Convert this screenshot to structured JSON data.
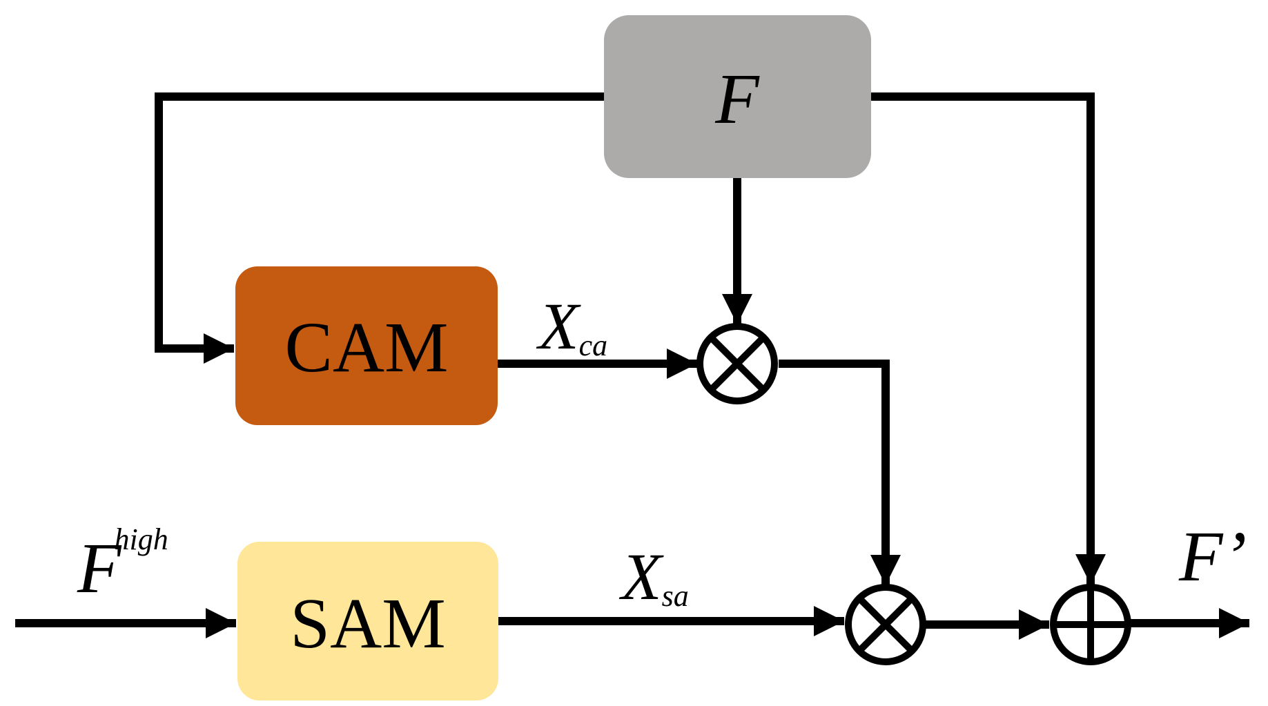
{
  "blocks": {
    "f": {
      "label": "F",
      "color": "#ADABAA"
    },
    "cam": {
      "label": "CAM",
      "color": "#C55A11"
    },
    "sam": {
      "label": "SAM",
      "color": "#FFE699"
    }
  },
  "signals": {
    "input": {
      "base": "F",
      "sup": "high"
    },
    "x_ca": {
      "base": "X",
      "sub": "ca"
    },
    "x_sa": {
      "base": "X",
      "sub": "sa"
    },
    "output": {
      "label": "F’"
    }
  },
  "operators": {
    "multiply_icon": "circle-times-icon",
    "add_icon": "circle-plus-icon"
  }
}
